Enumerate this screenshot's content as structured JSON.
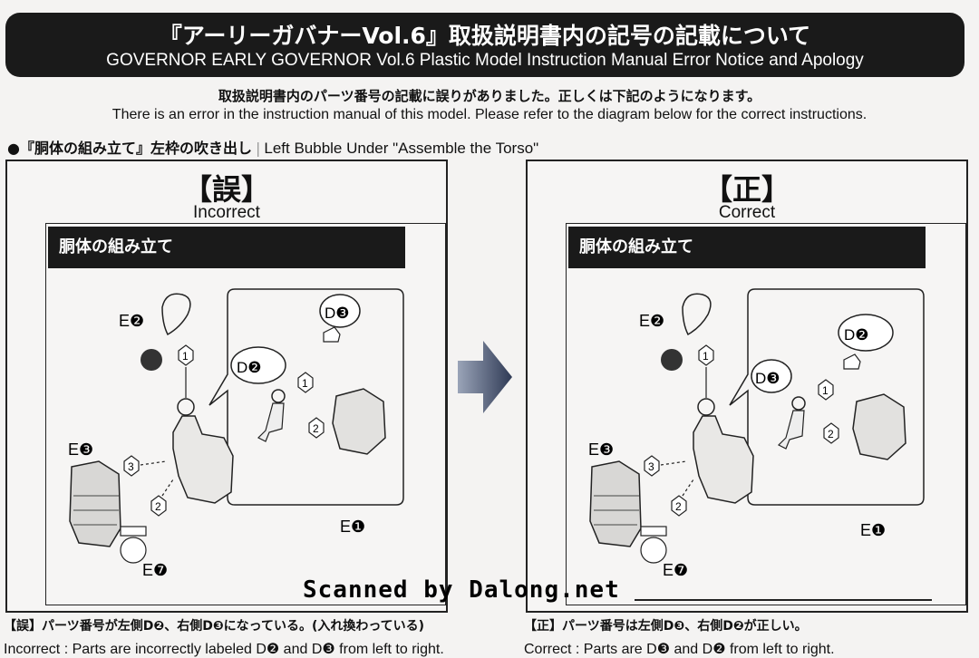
{
  "header": {
    "title_jp": "『アーリーガバナーVol.6』取扱説明書内の記号の記載について",
    "title_en": "GOVERNOR EARLY GOVERNOR Vol.6 Plastic Model Instruction Manual Error Notice and Apology"
  },
  "notice": {
    "jp": "取扱説明書内のパーツ番号の記載に誤りがありました。正しくは下記のようになります。",
    "en": "There is an error in the instruction manual of this model. Please refer to the diagram below for the correct instructions."
  },
  "section": {
    "bullet": "●",
    "jp": "『胴体の組み立て』左枠の吹き出し",
    "sep": "|",
    "en": "Left Bubble Under \"Assemble the Torso\""
  },
  "panels": {
    "incorrect": {
      "title": "【誤】",
      "subtitle": "Incorrect",
      "step_title": "胴体の組み立て",
      "labels": {
        "e2": "E❷",
        "e3": "E❸",
        "e1": "E❶",
        "e7": "E❼",
        "bubble_left": "D❷",
        "bubble_right": "D❸"
      }
    },
    "correct": {
      "title": "【正】",
      "subtitle": "Correct",
      "step_title": "胴体の組み立て",
      "labels": {
        "e2": "E❷",
        "e3": "E❸",
        "e1": "E❶",
        "e7": "E❼",
        "bubble_left": "D❸",
        "bubble_right": "D❷"
      }
    }
  },
  "step_numbers": {
    "one": "1",
    "two": "2",
    "three": "3"
  },
  "watermark": "Scanned by Dalong.net",
  "footer": {
    "incorrect_jp": "【誤】パーツ番号が左側D❷、右側D❸になっている。(入れ換わっている)",
    "incorrect_en": "Incorrect : Parts are incorrectly labeled D❷ and D❸ from left to right.",
    "correct_jp": "【正】パーツ番号は左側D❸、右側D❷が正しい。",
    "correct_en": "Correct : Parts are D❸ and D❷ from left to right."
  },
  "icons": [
    "right-arrow-icon",
    "tag-icon"
  ]
}
